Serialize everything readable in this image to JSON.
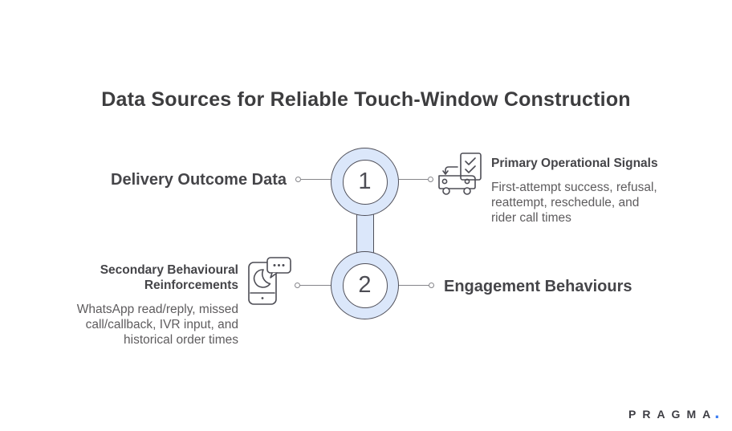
{
  "title": "Data Sources for Reliable Touch-Window Construction",
  "nodes": {
    "one": {
      "number": "1",
      "left_label": "Delivery Outcome Data",
      "right_heading": "Primary Operational Signals",
      "right_body": "First-attempt success, refusal,\nreattempt, reschedule, and\nrider call times"
    },
    "two": {
      "number": "2",
      "left_heading": "Secondary Behavioural\nReinforcements",
      "left_body": "WhatsApp read/reply, missed\ncall/callback, IVR input, and\nhistorical order times",
      "right_label": "Engagement Behaviours"
    }
  },
  "icons": {
    "node_one": "delivery-truck-checklist-icon",
    "node_two": "phone-night-message-icon"
  },
  "brand": {
    "name": "PRAGMA",
    "dot": "."
  },
  "colors": {
    "node_fill": "#dbe7fa",
    "node_outline": "#50505a",
    "connector": "#85858a",
    "title_text": "#3d3d3f",
    "heading_text": "#454549",
    "body_text": "#5e5c5e",
    "brand_text": "#3e3e44",
    "brand_dot": "#3b7cf2"
  }
}
